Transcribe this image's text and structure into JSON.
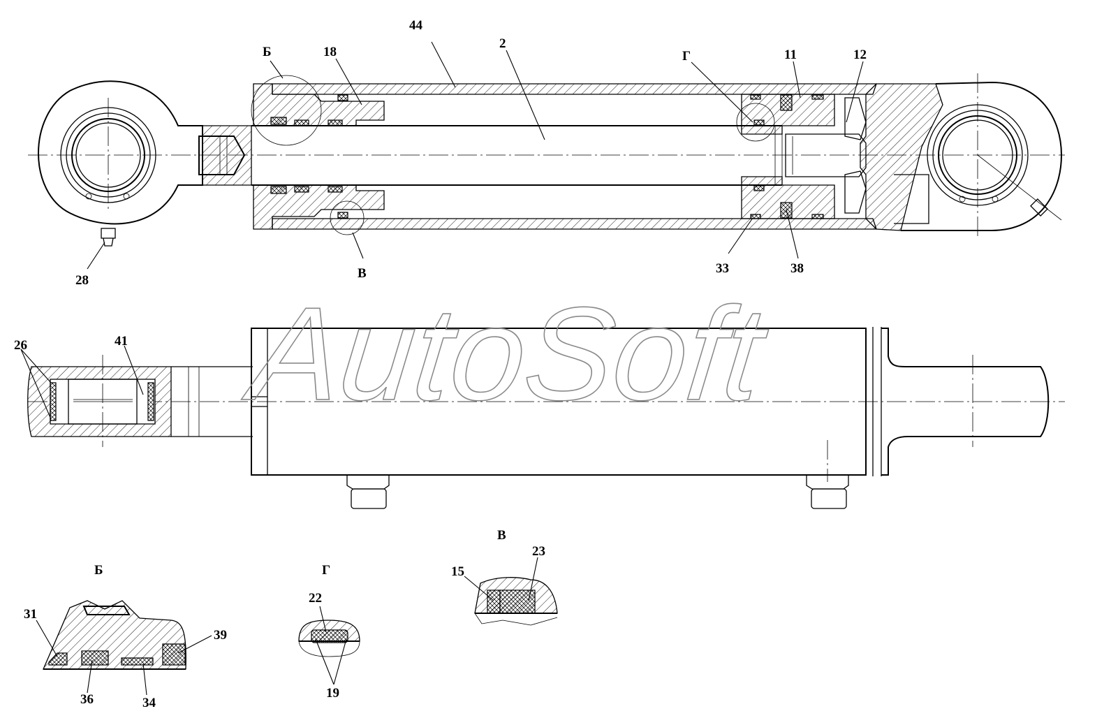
{
  "watermark": "AutoSoft",
  "callouts": {
    "n44": "44",
    "n2": "2",
    "n18": "18",
    "b_top": "Б",
    "g_top": "Г",
    "n11": "11",
    "n12": "12",
    "n28": "28",
    "v_top": "В",
    "n33": "33",
    "n38": "38",
    "n26": "26",
    "n41": "41"
  },
  "details": {
    "b": {
      "title": "Б",
      "n31": "31",
      "n36": "36",
      "n34": "34",
      "n39": "39"
    },
    "g": {
      "title": "Г",
      "n22": "22",
      "n19": "19"
    },
    "v": {
      "title": "В",
      "n15": "15",
      "n23": "23"
    }
  },
  "colors": {
    "line": "#000000",
    "watermark": "#8a8a8a",
    "background": "#ffffff"
  }
}
